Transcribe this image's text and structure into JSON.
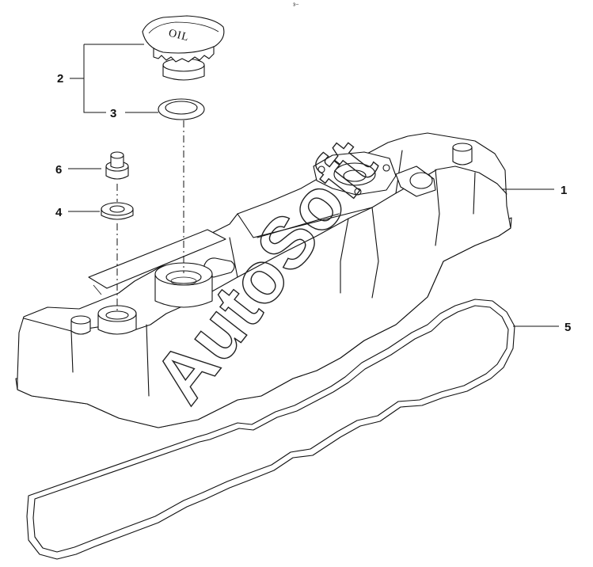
{
  "diagram": {
    "embossed_label": "OIL",
    "top_mark": "³⁻",
    "callouts": [
      {
        "id": "1",
        "label": "1"
      },
      {
        "id": "2",
        "label": "2"
      },
      {
        "id": "3",
        "label": "3"
      },
      {
        "id": "4",
        "label": "4"
      },
      {
        "id": "5",
        "label": "5"
      },
      {
        "id": "6",
        "label": "6"
      }
    ],
    "watermark": "AutoSoft"
  }
}
